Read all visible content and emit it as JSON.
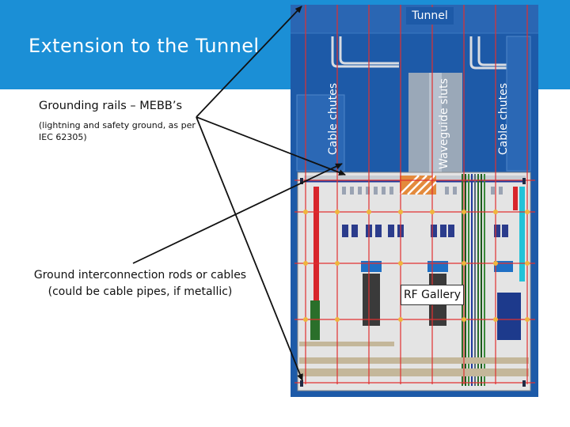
{
  "slide": {
    "title": "Extension to the Tunnel",
    "tunnel_label": "Tunnel",
    "rf_gallery_label": "RF Gallery",
    "cable_chutes_left": "Cable chutes",
    "waveguide_label": "Waveguide sluts",
    "cable_chutes_right": "Cable chutes",
    "grounding_label": "Grounding rails – MEBB’s",
    "grounding_note": "(lightning and safety ground, as per IEC 62305)",
    "ground_interconnection_label": "Ground interconnection rods or cables (could be cable pipes, if metallic)"
  },
  "colors": {
    "banner": "#1b8fd6",
    "tunnel_fill": "#1d5aa8",
    "rf_gallery_floor": "#e4e4e4",
    "ground_grid": "#e03030",
    "arrow": "#111111"
  }
}
